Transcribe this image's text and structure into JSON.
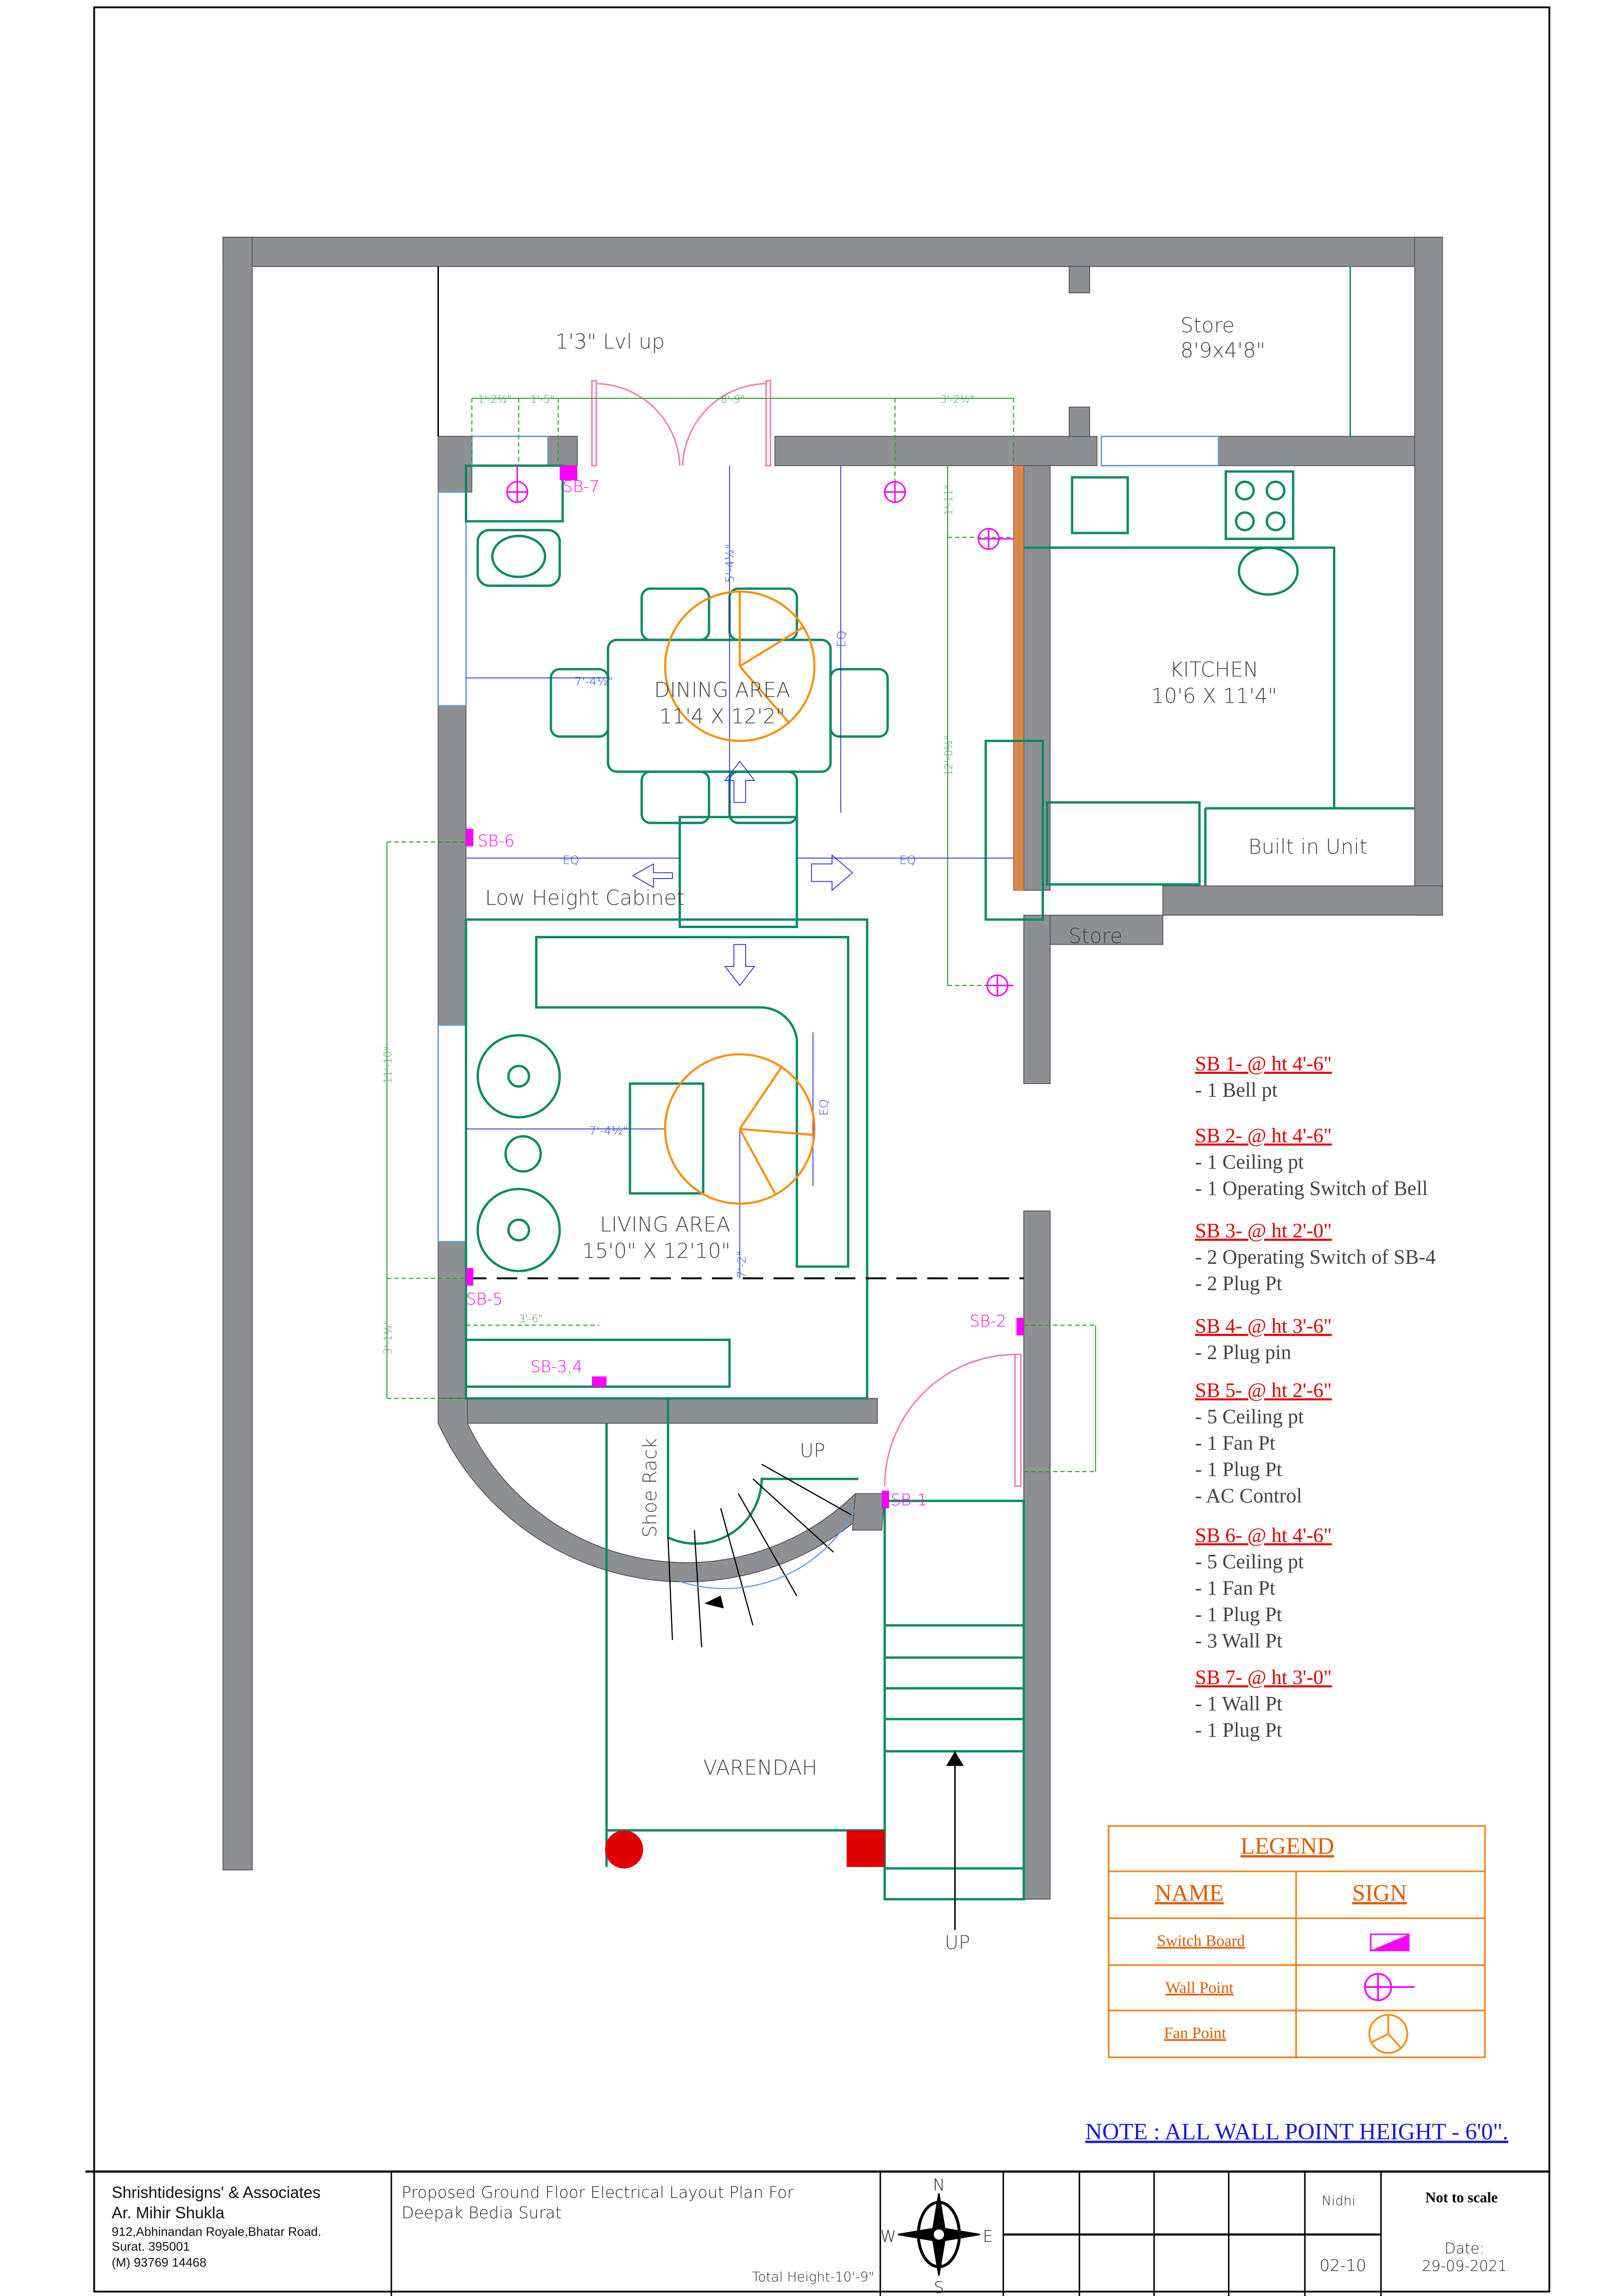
{
  "plan": {
    "lvl_up": "1'3\" Lvl up",
    "store_top": {
      "name": "Store",
      "size": "8'9x4'8\""
    },
    "dining": {
      "name": "DINING AREA",
      "size": "11'4 X 12'2\""
    },
    "kitchen": {
      "name": "KITCHEN",
      "size": "10'6 X 11'4\""
    },
    "built_in": "Built in Unit",
    "store_small": "Store",
    "low_cabinet": "Low Height Cabinet",
    "living": {
      "name": "LIVING AREA",
      "size": "15'0\" X 12'10\""
    },
    "shoe_rack": "Shoe Rack",
    "up_stair": "UP",
    "up_bottom": "UP",
    "varendah": "VARENDAH",
    "eq": "EQ",
    "dims": {
      "d1": "1'-2½\"",
      "d2": "1'-5\"",
      "d3": "8'-9\"",
      "d4": "3'-2½\"",
      "dining_v": "5'-4½\"",
      "dining_h": "7'-4½\"",
      "living_h": "7'-4½\"",
      "living_v": "7'-2\"",
      "left_v": "11'-10\"",
      "kitchen_v1": "1'-11\"",
      "kitchen_v2": "12'-0½\"",
      "bottom_a": "3'-6\"",
      "left_b": "3'-1½\""
    },
    "switch_boards": [
      "SB-1",
      "SB-2",
      "SB-3,4",
      "SB-5",
      "SB-6",
      "SB-7"
    ]
  },
  "notes": [
    {
      "title": "SB 1- @ ht 4'-6\"",
      "items": [
        "- 1 Bell pt"
      ]
    },
    {
      "title": "SB 2- @ ht 4'-6\"",
      "items": [
        "- 1 Ceiling pt",
        "- 1 Operating Switch of Bell"
      ]
    },
    {
      "title": "SB 3- @ ht 2'-0\"",
      "items": [
        "- 2 Operating Switch of SB-4",
        "- 2 Plug Pt"
      ]
    },
    {
      "title": "SB 4- @ ht 3'-6\"",
      "items": [
        "- 2 Plug pin"
      ]
    },
    {
      "title": "SB 5- @ ht 2'-6\"",
      "items": [
        "- 5 Ceiling pt",
        "- 1 Fan Pt",
        "- 1 Plug Pt",
        "- AC Control"
      ]
    },
    {
      "title": "SB 6- @ ht 4'-6\"",
      "items": [
        "- 5 Ceiling pt",
        "- 1 Fan Pt",
        "- 1 Plug Pt",
        "- 3 Wall Pt"
      ]
    },
    {
      "title": "SB 7- @ ht 3'-0\"",
      "items": [
        "- 1 Wall Pt",
        "- 1 Plug Pt"
      ]
    }
  ],
  "legend": {
    "title": "LEGEND",
    "col_name": "NAME",
    "col_sign": "SIGN",
    "rows": [
      {
        "name": "Switch Board",
        "sign": "switch-board-icon"
      },
      {
        "name": "Wall Point",
        "sign": "wall-point-icon"
      },
      {
        "name": "Fan Point",
        "sign": "fan-point-icon"
      }
    ]
  },
  "note": "NOTE : ALL WALL POINT HEIGHT - 6'0\".",
  "title_block": {
    "firm": "Shrishtidesigns' & Associates",
    "architect": "Ar. Mihir Shukla",
    "address1": "912,Abhinandan Royale,Bhatar Road.",
    "address2": "Surat. 395001",
    "phone": "(M) 93769 14468",
    "title1": "Proposed Ground Floor Electrical Layout Plan For",
    "title2": "Deepak Bedia Surat",
    "total_height": "Total Height-10'-9\"",
    "compass": {
      "n": "N",
      "s": "S",
      "e": "E",
      "w": "W"
    },
    "drawn_by": "Nidhi",
    "sheet": "02-10",
    "scale": "Not  to scale",
    "date_label": "Date:",
    "date": "29-09-2021"
  },
  "colors": {
    "wall": "#8e8f93",
    "furniture": "#0b8a66",
    "electrical": "#ff00ff",
    "fan": "#ff8c00",
    "dim": "#2aa02a",
    "red": "#e00000",
    "legend": "#f08a24"
  }
}
